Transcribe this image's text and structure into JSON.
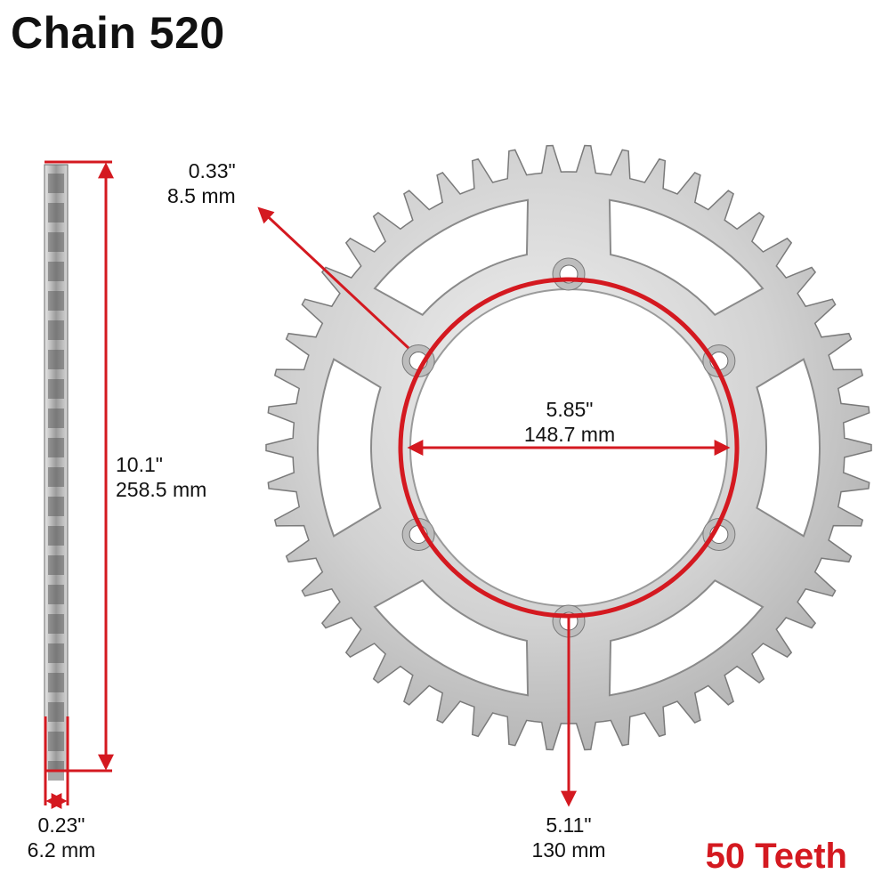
{
  "title": "Chain 520",
  "teeth_label": "50 Teeth",
  "dimensions": {
    "height": {
      "inch": "10.1\"",
      "mm": "258.5 mm"
    },
    "thickness": {
      "inch": "0.23\"",
      "mm": "6.2 mm"
    },
    "bolt_hole": {
      "inch": "0.33\"",
      "mm": "8.5 mm"
    },
    "center_bore": {
      "inch": "5.85\"",
      "mm": "148.7 mm"
    },
    "bolt_circle": {
      "inch": "5.11\"",
      "mm": "130 mm"
    }
  },
  "sprocket": {
    "teeth": 50,
    "bolt_holes": 6,
    "lightening_cutouts": 6
  },
  "colors": {
    "accent": "#d41920",
    "teeth_label": "#d41920",
    "text": "#111111",
    "metal": "#c9c9c9",
    "metal_dark": "#8a8a8a"
  }
}
